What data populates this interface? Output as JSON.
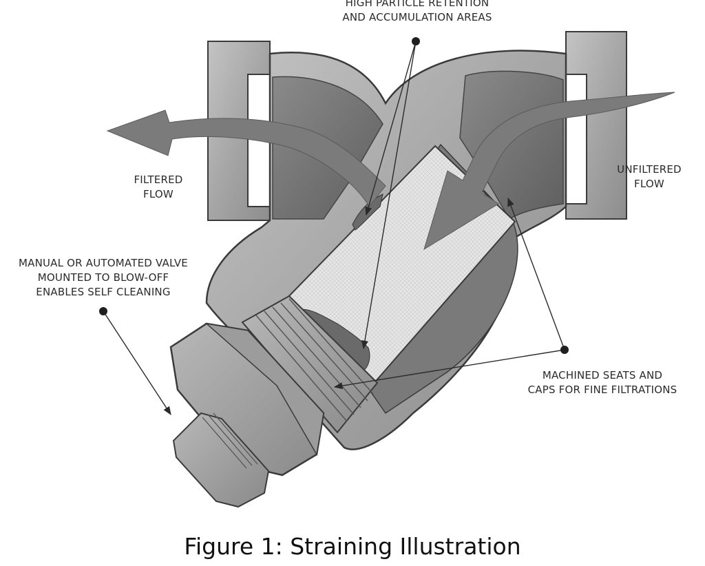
{
  "callouts": {
    "retention": [
      "HIGH PARTICLE RETENTION",
      "AND ACCUMULATION AREAS"
    ],
    "filtered": [
      "FILTERED",
      "FLOW"
    ],
    "unfiltered": [
      "UNFILTERED",
      "FLOW"
    ],
    "valve": [
      "MANUAL OR AUTOMATED VALVE",
      "MOUNTED TO BLOW-OFF",
      "ENABLES SELF CLEANING"
    ],
    "seats": [
      "MACHINED SEATS AND",
      "CAPS FOR FINE FILTRATIONS"
    ]
  },
  "caption": "Figure 1:  Straining Illustration",
  "colors": {
    "body_metal": "#a9a9a9",
    "body_edge": "#3a3a3a",
    "cavity_dark": "#6f6f6f",
    "screen": "#e4e4e4",
    "flow_arrow": "#7b7b7b",
    "leader_line": "#2a2a2a"
  },
  "icons": [
    "y-strainer-cutaway",
    "filtered-flow-arrow",
    "unfiltered-flow-arrow",
    "blow-off-plug",
    "leader-dot"
  ]
}
